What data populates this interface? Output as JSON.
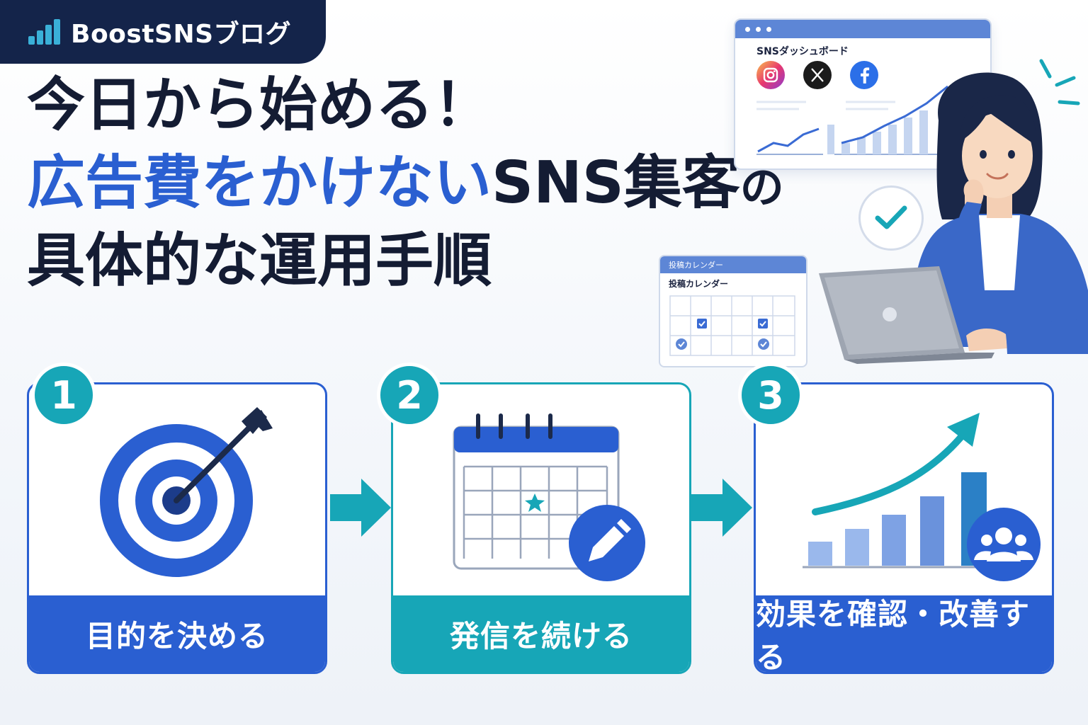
{
  "brand": {
    "name": "BoostSNSブログ",
    "icon": "bar-chart-icon"
  },
  "headline": {
    "line1": "今日から始める！",
    "line2_blue": "広告費をかけない",
    "line2_dark": "SNS集客",
    "line2_particle": "の",
    "line3": "具体的な運用手順"
  },
  "dashboard": {
    "title": "SNSダッシュボード",
    "icons": [
      "instagram-icon",
      "x-icon",
      "facebook-icon"
    ]
  },
  "calendar_mini": {
    "tab": "投稿カレンダー",
    "title": "投稿カレンダー"
  },
  "steps": [
    {
      "number": "1",
      "label": "目的を決める",
      "icon": "target-arrow-icon",
      "color": "#2a5fd1"
    },
    {
      "number": "2",
      "label": "発信を続ける",
      "icon": "calendar-pencil-icon",
      "color": "#17a6b7"
    },
    {
      "number": "3",
      "label": "効果を確認・改善する",
      "icon": "growth-chart-icon",
      "color": "#2a5fd1"
    }
  ],
  "colors": {
    "navy": "#14244a",
    "blue": "#2a5fd1",
    "teal": "#17a6b7",
    "dark_text": "#141c33"
  }
}
